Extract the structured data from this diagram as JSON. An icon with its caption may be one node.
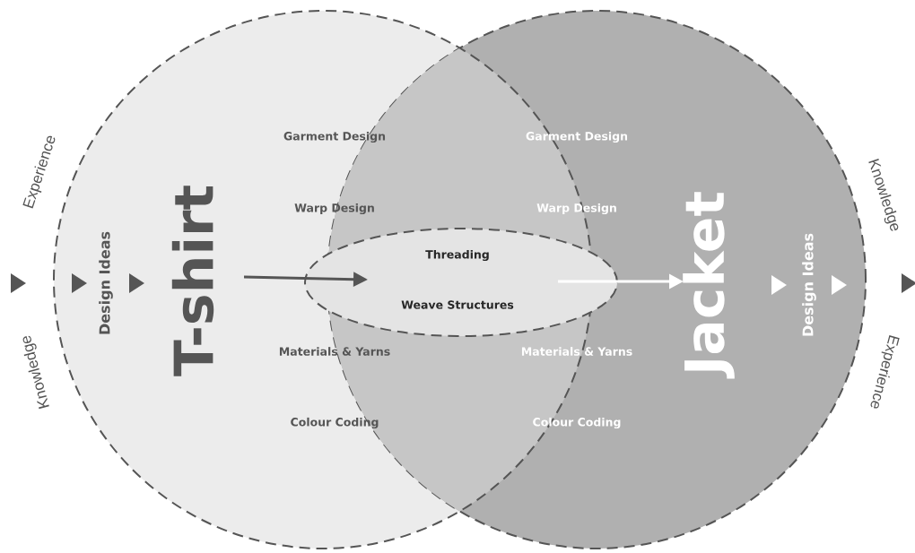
{
  "diagram": {
    "nodes": [
      {
        "text": [
          "Design Ideas",
          "Garment Design",
          "Warp Design",
          "Materials & Yarns",
          "Colour Coding"
        ]
      },
      {
        "text": [
          "T-shirt"
        ],
        "in": 0
      },
      {
        "text": [
          "Threading",
          "Weave Structures"
        ]
      },
      {
        "text": [
          "Design Ideas",
          "Garment Design",
          "Warp Design",
          "Materials & Yarns",
          "Colour Coding"
        ]
      },
      {
        "text": [
          "Jacket"
        ],
        "in": 3
      }
    ],
    "edges": [
      {
        "from": 1,
        "to": 2,
        "arrow": "to",
        "color": "#555555"
      },
      {
        "from": 2,
        "to": 4,
        "arrow": "to",
        "color": "#ffffff"
      }
    ],
    "labels": [
      "Experience",
      "Knowledge",
      "Knowledge",
      "Experience"
    ]
  }
}
